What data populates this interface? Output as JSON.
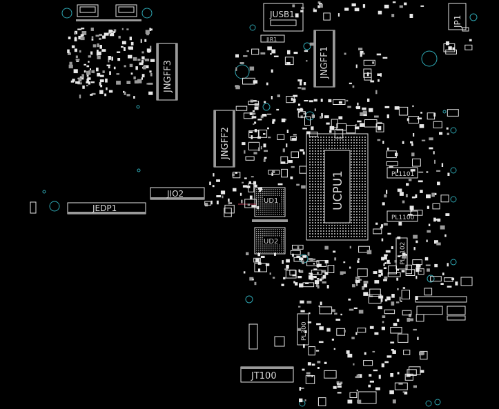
{
  "connectors": {
    "jusb1": "JUSB1",
    "jir1": "JIR1",
    "jp1": "JP1",
    "jngff1": "JNGFF1",
    "jngff2": "JNGFF2",
    "jngff3": "JNGFF3",
    "jio2": "JIO2",
    "jedp1": "JEDP1",
    "jt100": "JT100"
  },
  "chips": {
    "ucpu1": "UCPU1",
    "ud1": "UD1",
    "ud2": "UD2"
  },
  "inductors": {
    "pl1101": "PL1101",
    "pl1100": "PL1100",
    "pl1102": "PL1102",
    "pl300": "PL300"
  },
  "colors": {
    "background": "#000000",
    "silkscreen": "#e6e6e6",
    "mounting_hole": "#2ea7b3",
    "trace_highlight": "#c0405a"
  }
}
